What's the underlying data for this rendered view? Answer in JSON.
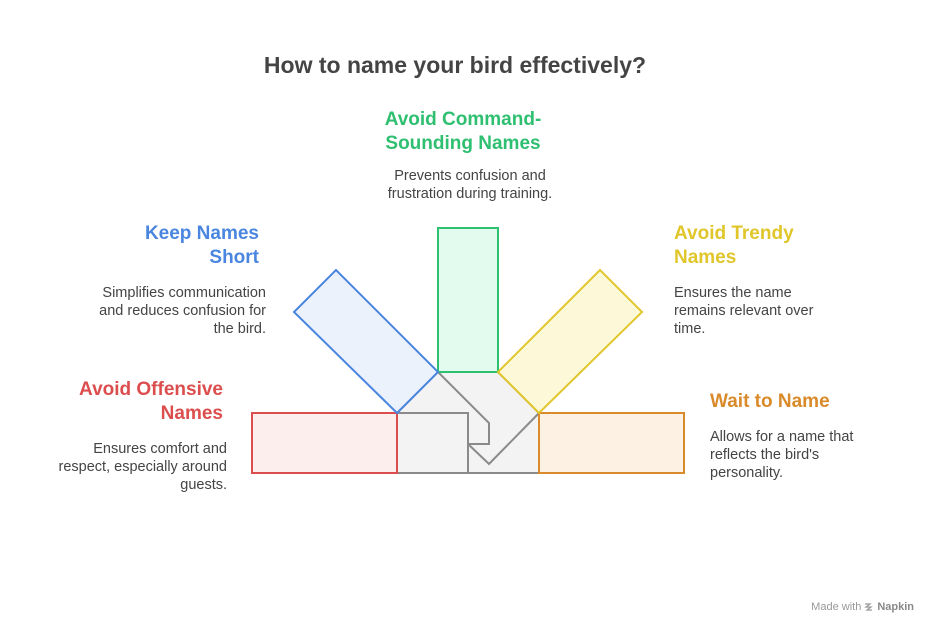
{
  "title": "How to name your bird effectively?",
  "colors": {
    "red": "#dc4e4e",
    "blue": "#4a86e0",
    "green": "#2fbf71",
    "yellow": "#e0c62a",
    "orange": "#d98a2a",
    "gray_fill": "#f3f3f3",
    "gray_stroke": "#8a8a8a"
  },
  "items": {
    "keep_short": {
      "label": "Keep Names Short",
      "label_line1": "Keep Names",
      "label_line2": "Short",
      "description_lines": [
        "Simplifies communication",
        "and reduces confusion for",
        "the bird."
      ]
    },
    "avoid_command": {
      "label": "Avoid Command-Sounding Names",
      "label_line1": "Avoid Command-",
      "label_line2": "Sounding Names",
      "description_lines": [
        "Prevents confusion and",
        "frustration during training."
      ]
    },
    "avoid_trendy": {
      "label": "Avoid Trendy Names",
      "label_line1": "Avoid Trendy",
      "label_line2": "Names",
      "description_lines": [
        "Ensures the name",
        "remains relevant over",
        "time."
      ]
    },
    "avoid_offensive": {
      "label": "Avoid Offensive Names",
      "label_line1": "Avoid Offensive",
      "label_line2": "Names",
      "description_lines": [
        "Ensures comfort and",
        "respect, especially around",
        "guests."
      ]
    },
    "wait_to_name": {
      "label": "Wait to Name",
      "label_line1": "Wait to Name",
      "description_lines": [
        "Allows for a name that",
        "reflects the bird's",
        "personality."
      ]
    }
  },
  "watermark": {
    "made_with": "Made with",
    "brand": "Napkin"
  }
}
